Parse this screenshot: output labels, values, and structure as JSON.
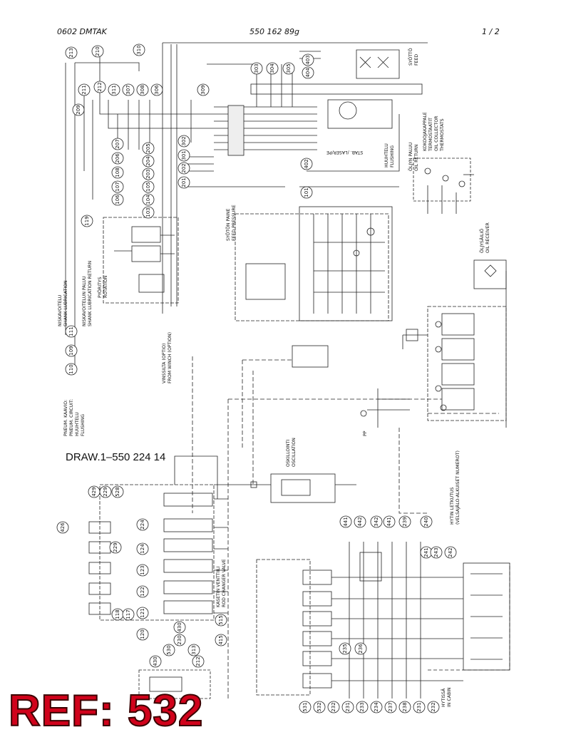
{
  "header": {
    "left": "0602  DMTAK",
    "center": "550 162 89g",
    "right": "1 /  2"
  },
  "drawing_ref": "DRAW.1–550 224 14",
  "ref_stamp": "REF: 532",
  "labels": {
    "feed": [
      "SYÖTTÖ",
      "FEED"
    ],
    "stab": "STAB. /LASER/PE",
    "flushing": [
      "HUUHTELU",
      "FLUSHING"
    ],
    "oil_return": [
      "ÖLJYN PALUU",
      "OIL RETURN"
    ],
    "thermostats": [
      "KOKOOJAKAPPALE",
      "TERMOSTAATIT",
      "OIL COLLECTOR",
      "THERMOSTATS"
    ],
    "oil_receiver": [
      "ÖLJYSÄILIÖ",
      "OIL RECEIVER"
    ],
    "feed_pressure": [
      "SYÖTÖN PAINE",
      "FEED PRESSURE"
    ],
    "rotation": [
      "PYÖRITYS",
      "ROTATION"
    ],
    "shank_return": [
      "NISKAVOITELUN PALUU",
      "SHANK LUBRICATION RETURN"
    ],
    "shank_lube": [
      "NISKAVOITELU",
      "SHANK LUBRICATION"
    ],
    "winch": [
      "VINSSILTA (OPTIO)",
      "FROM WINCH (OPTION)"
    ],
    "pneum": [
      "PNEUM. KAAVIO:",
      "PNEUM. CIRCUIT:",
      "HUUHTELU",
      "FLUSHING"
    ],
    "oscillation": [
      "OSKILLOINTI",
      "OSCILLATION"
    ],
    "rod_changer": [
      "KASETIN VENTTIILI",
      "ROD CHANGER VALVE"
    ],
    "cabin": [
      "HYTIN LETKUTUS",
      "(VELSAJÄLO-ALKUISET NUMEROT)"
    ],
    "in_cabin": [
      "HYTISSÄ",
      "IN CABIN"
    ],
    "port_pp": "PP"
  },
  "numbers": {
    "top": [
      "213",
      "210",
      "310",
      "303",
      "304",
      "305",
      "403",
      "404"
    ],
    "left_col": [
      "211",
      "212",
      "311",
      "307",
      "308",
      "306",
      "209",
      "309"
    ],
    "grid_a": [
      "207",
      "206",
      "108",
      "107",
      "106"
    ],
    "grid_b": [
      "205",
      "204",
      "203",
      "105",
      "104",
      "103"
    ],
    "grid_c": [
      "302",
      "301",
      "202",
      "201"
    ],
    "mid": [
      "402",
      "101",
      "119"
    ],
    "side": [
      "111",
      "109",
      "110"
    ],
    "rod_left": [
      "429",
      "229",
      "528",
      "426",
      "224",
      "229",
      "124",
      "123",
      "122",
      "121",
      "120",
      "118",
      "117"
    ],
    "rod_bottom": [
      "430",
      "530",
      "230",
      "313",
      "212",
      "415",
      "515",
      "430"
    ],
    "cabin_top": [
      "441",
      "442",
      "342",
      "441",
      "239",
      "240",
      "241",
      "243",
      "242"
    ],
    "cabin_mid": [
      "235",
      "236"
    ],
    "cabin_bottom": [
      "531",
      "532",
      "232",
      "231",
      "233",
      "234",
      "237",
      "238",
      "231",
      "232"
    ]
  }
}
